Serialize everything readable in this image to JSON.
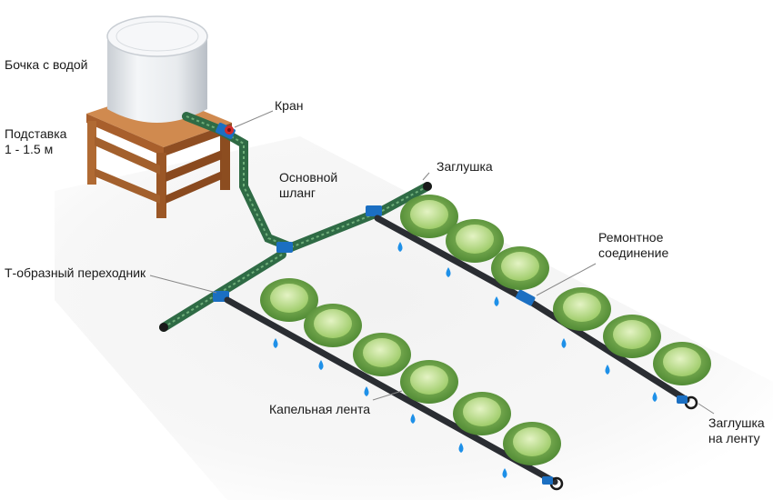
{
  "labels": {
    "barrel": "Бочка с водой",
    "stand": [
      "Подставка",
      "1 - 1.5 м"
    ],
    "tap": "Кран",
    "main_hose": [
      "Основной",
      "шланг"
    ],
    "end_cap": "Заглушка",
    "tee_adapter": "Т-образный переходник",
    "repair_connector": [
      "Ремонтное",
      "соединение"
    ],
    "drip_tape": "Капельная лента",
    "tape_end_cap": [
      "Заглушка",
      "на ленту"
    ]
  },
  "colors": {
    "hose": "#2f6b45",
    "hose_stripe": "#6fae7a",
    "tape": "#2a2d32",
    "fitting": "#1b6fc2",
    "water": "#1e90e8",
    "wood": "#b9713a",
    "tank": "#e9ecef",
    "cabbage_outer": "#5d9a3c",
    "cabbage_inner": "#b8dc86",
    "ground": "#eeeeee",
    "tap_red": "#d32a2a"
  }
}
